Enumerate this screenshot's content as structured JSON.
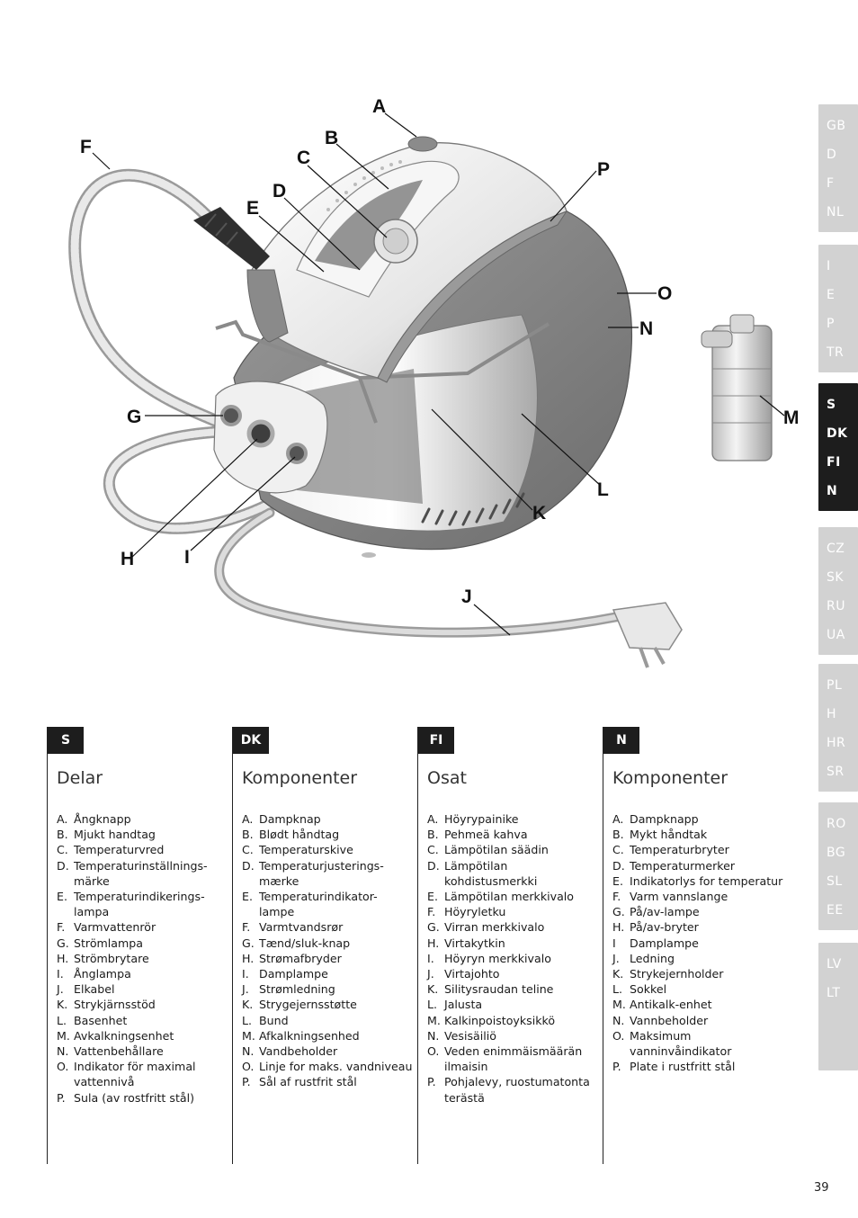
{
  "diagram": {
    "callouts": [
      "A",
      "B",
      "C",
      "D",
      "E",
      "F",
      "G",
      "H",
      "I",
      "J",
      "K",
      "L",
      "M",
      "N",
      "O",
      "P"
    ]
  },
  "language_tabs": [
    {
      "items": [
        "GB",
        "D",
        "F",
        "NL"
      ],
      "active": false
    },
    {
      "items": [
        "I",
        "E",
        "P",
        "TR"
      ],
      "active": false
    },
    {
      "items": [
        "S",
        "DK",
        "FI",
        "N"
      ],
      "active": true
    },
    {
      "items": [
        "CZ",
        "SK",
        "RU",
        "UA"
      ],
      "active": false
    },
    {
      "items": [
        "PL",
        "H",
        "HR",
        "SR"
      ],
      "active": false
    },
    {
      "items": [
        "RO",
        "BG",
        "SL",
        "EE"
      ],
      "active": false
    },
    {
      "items": [
        "LV",
        "LT"
      ],
      "active": false
    }
  ],
  "columns": [
    {
      "tab": "S",
      "title": "Delar",
      "items": [
        {
          "letter": "A.",
          "text": "Ångknapp"
        },
        {
          "letter": "B.",
          "text": "Mjukt handtag"
        },
        {
          "letter": "C.",
          "text": "Temperaturvred"
        },
        {
          "letter": "D.",
          "text": "Temperaturinställnings-\nmärke"
        },
        {
          "letter": "E.",
          "text": "Temperaturindikerings-\nlampa"
        },
        {
          "letter": "F.",
          "text": "Varmvattenrör"
        },
        {
          "letter": "G.",
          "text": "Strömlampa"
        },
        {
          "letter": "H.",
          "text": "Strömbrytare"
        },
        {
          "letter": "I.",
          "text": "Ånglampa"
        },
        {
          "letter": "J.",
          "text": "Elkabel"
        },
        {
          "letter": "K.",
          "text": "Strykjärnsstöd"
        },
        {
          "letter": "L.",
          "text": "Basenhet"
        },
        {
          "letter": "M.",
          "text": "Avkalkningsenhet"
        },
        {
          "letter": "N.",
          "text": "Vattenbehållare"
        },
        {
          "letter": "O.",
          "text": "Indikator för maximal\nvattennivå"
        },
        {
          "letter": "P.",
          "text": "Sula (av rostfritt stål)"
        }
      ]
    },
    {
      "tab": "DK",
      "title": "Komponenter",
      "items": [
        {
          "letter": "A.",
          "text": "Dampknap"
        },
        {
          "letter": "B.",
          "text": "Blødt håndtag"
        },
        {
          "letter": "C.",
          "text": "Temperaturskive"
        },
        {
          "letter": "D.",
          "text": "Temperaturjusterings-\nmærke"
        },
        {
          "letter": "E.",
          "text": "Temperaturindikator-\nlampe"
        },
        {
          "letter": "F.",
          "text": "Varmtvandsrør"
        },
        {
          "letter": "G.",
          "text": "Tænd/sluk-knap"
        },
        {
          "letter": "H.",
          "text": "Strømafbryder"
        },
        {
          "letter": "I.",
          "text": "Damplampe"
        },
        {
          "letter": "J.",
          "text": "Strømledning"
        },
        {
          "letter": "K.",
          "text": "Strygejernsstøtte"
        },
        {
          "letter": "L.",
          "text": "Bund"
        },
        {
          "letter": "M.",
          "text": "Afkalkningsenhed"
        },
        {
          "letter": "N.",
          "text": "Vandbeholder"
        },
        {
          "letter": "O.",
          "text": "Linje for maks. vandniveau"
        },
        {
          "letter": "P.",
          "text": "Sål af rustfrit stål"
        }
      ]
    },
    {
      "tab": "FI",
      "title": "Osat",
      "items": [
        {
          "letter": "A.",
          "text": "Höyrypainike"
        },
        {
          "letter": "B.",
          "text": "Pehmeä kahva"
        },
        {
          "letter": "C.",
          "text": "Lämpötilan säädin"
        },
        {
          "letter": "D.",
          "text": "Lämpötilan\nkohdistusmerkki"
        },
        {
          "letter": "E.",
          "text": "Lämpötilan merkkivalo"
        },
        {
          "letter": "F.",
          "text": "Höyryletku"
        },
        {
          "letter": "G.",
          "text": "Virran merkkivalo"
        },
        {
          "letter": "H.",
          "text": "Virtakytkin"
        },
        {
          "letter": "I.",
          "text": "Höyryn merkkivalo"
        },
        {
          "letter": "J.",
          "text": "Virtajohto"
        },
        {
          "letter": "K.",
          "text": "Silitysraudan teline"
        },
        {
          "letter": "L.",
          "text": "Jalusta"
        },
        {
          "letter": "M.",
          "text": "Kalkinpoistoyksikkö"
        },
        {
          "letter": "N.",
          "text": "Vesisäiliö"
        },
        {
          "letter": "O.",
          "text": "Veden enimmäismäärän\nilmaisin"
        },
        {
          "letter": "P.",
          "text": "Pohjalevy, ruostumatonta\nterästä"
        }
      ]
    },
    {
      "tab": "N",
      "title": "Komponenter",
      "items": [
        {
          "letter": "A.",
          "text": "Dampknapp"
        },
        {
          "letter": "B.",
          "text": "Mykt håndtak"
        },
        {
          "letter": "C.",
          "text": "Temperaturbryter"
        },
        {
          "letter": "D.",
          "text": "Temperaturmerker"
        },
        {
          "letter": "E.",
          "text": "Indikatorlys for temperatur"
        },
        {
          "letter": "F.",
          "text": "Varm vannslange"
        },
        {
          "letter": "G.",
          "text": "På/av-lampe"
        },
        {
          "letter": "H.",
          "text": "På/av-bryter"
        },
        {
          "letter": "I",
          "text": "Damplampe"
        },
        {
          "letter": "J.",
          "text": "Ledning"
        },
        {
          "letter": "K.",
          "text": "Strykejernholder"
        },
        {
          "letter": "L.",
          "text": "Sokkel"
        },
        {
          "letter": "M.",
          "text": "Antikalk-enhet"
        },
        {
          "letter": "N.",
          "text": "Vannbeholder"
        },
        {
          "letter": "O.",
          "text": "Maksimum vanninvåindikator"
        },
        {
          "letter": "P.",
          "text": "Plate i rustfritt stål"
        }
      ]
    }
  ],
  "page_number": "39",
  "colors": {
    "tab_active": "#1d1d1d",
    "tab_inactive": "#d2d2d2",
    "body_grey": "#8e8e8e"
  }
}
